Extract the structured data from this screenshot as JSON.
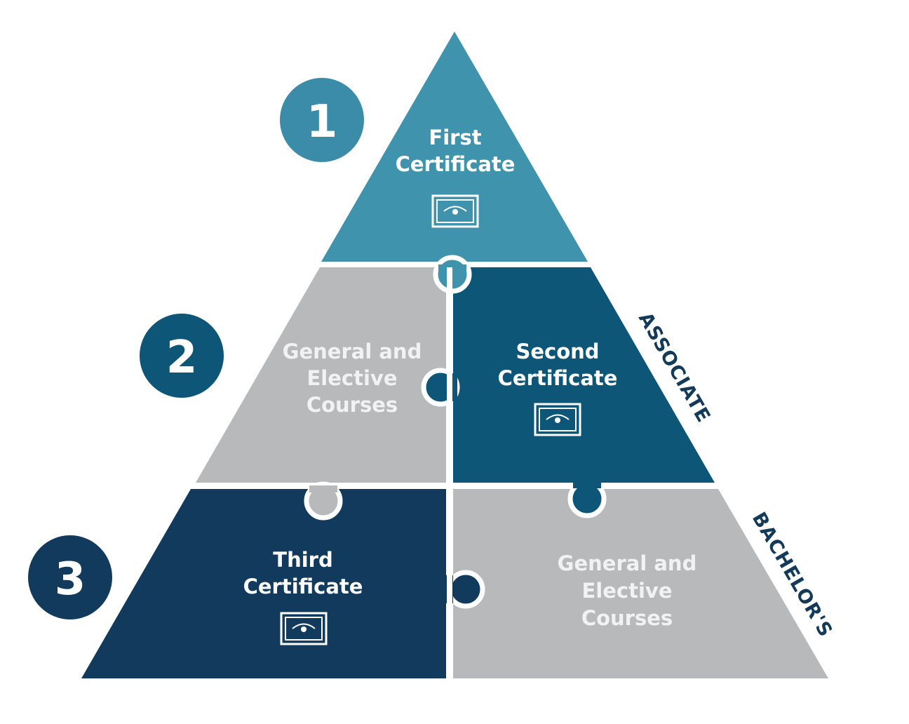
{
  "colors": {
    "top": "#3f93ad",
    "mid_dark": "#0d5678",
    "bottom_dark": "#123a5c",
    "gray": "#b8b9bb",
    "circle1": "#3a8ca8",
    "circle2": "#0d5678",
    "circle3": "#123a5c",
    "side_text": "#143a5a"
  },
  "steps": [
    {
      "number": "1"
    },
    {
      "number": "2"
    },
    {
      "number": "3"
    }
  ],
  "pieces": {
    "first_certificate": {
      "line1": "First",
      "line2": "Certificate",
      "icon": "certificate-icon"
    },
    "second_general": {
      "line1": "General and",
      "line2": "Elective",
      "line3": "Courses"
    },
    "second_certificate": {
      "line1": "Second",
      "line2": "Certificate",
      "icon": "certificate-icon"
    },
    "third_certificate": {
      "line1": "Third",
      "line2": "Certificate",
      "icon": "certificate-icon"
    },
    "third_general": {
      "line1": "General and",
      "line2": "Elective",
      "line3": "Courses"
    }
  },
  "side_labels": {
    "associate": "ASSOCIATE",
    "bachelors": "BACHELOR'S"
  }
}
